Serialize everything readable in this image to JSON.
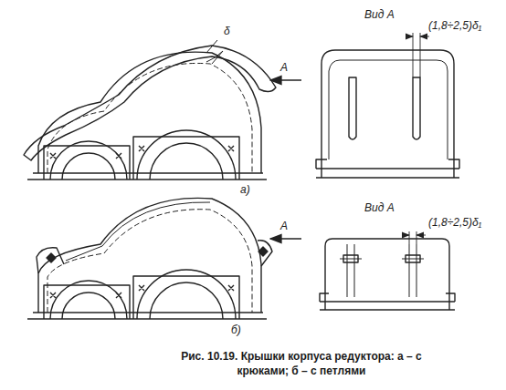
{
  "diagram": {
    "caption": "Рис. 10.19. Крышки корпуса редуктора: а – с крюками; б – с петлями",
    "labels": [
      "δ",
      "A",
      "Вид А",
      "(1,8÷2,5)δ₁",
      "а)",
      "A",
      "Вид А",
      "(1,8÷2,5)δ₁",
      "б)"
    ]
  }
}
